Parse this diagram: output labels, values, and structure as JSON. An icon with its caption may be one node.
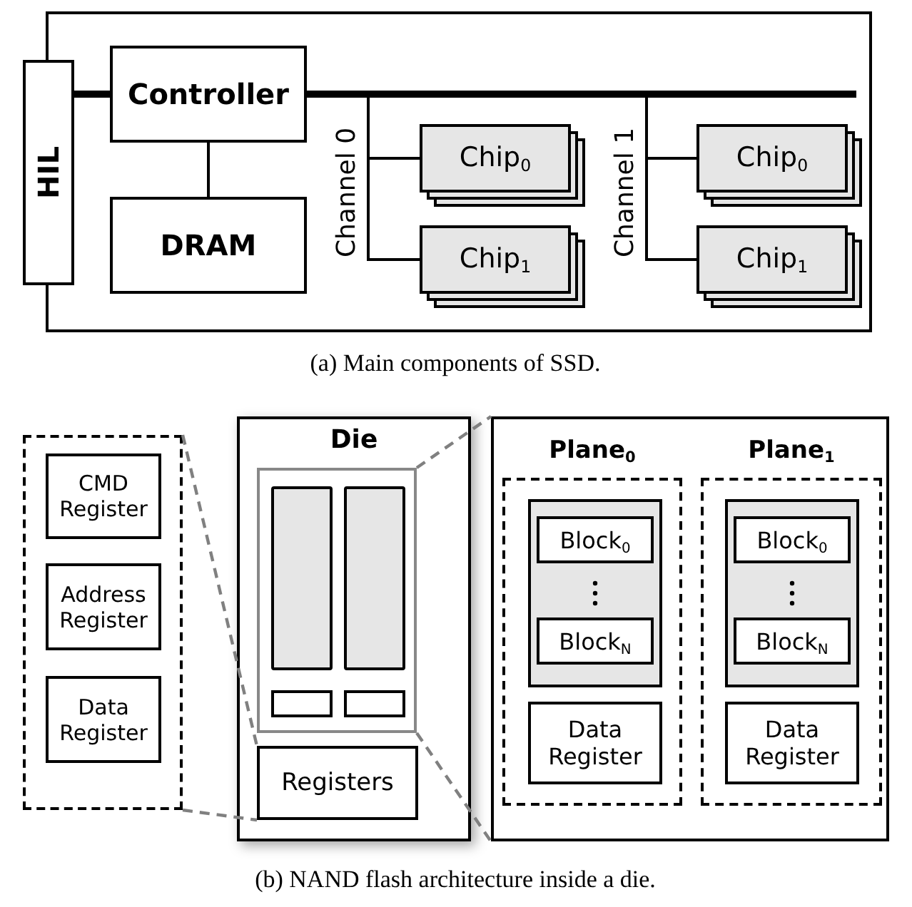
{
  "diagram": {
    "nodes": [
      {
        "text": [],
        "shape": "box"
      },
      {
        "text": [
          "HIL"
        ]
      },
      {
        "text": [
          "Controller"
        ],
        "in": 0
      },
      {
        "text": [
          "DRAM"
        ],
        "in": 0
      },
      {
        "text": [
          "Chip$_{0}$"
        ],
        "in": 0
      },
      {
        "text": [
          "Chip$_{1}$"
        ],
        "in": 0
      },
      {
        "text": [
          "Chip$_{0}$"
        ],
        "in": 0
      },
      {
        "text": [
          "Chip$_{1}$"
        ],
        "in": 0
      },
      {
        "text": [],
        "shape": "box"
      },
      {
        "text": [
          "CMD Register"
        ],
        "in": 8
      },
      {
        "text": [
          "Address Register"
        ],
        "in": 8
      },
      {
        "text": [
          "Data Register"
        ],
        "in": 8
      },
      {
        "text": [
          "Die"
        ]
      },
      {
        "text": [],
        "shape": "box",
        "in": 12
      },
      {
        "text": [],
        "shape": "bar",
        "in": 13
      },
      {
        "text": [],
        "shape": "bar",
        "in": 13
      },
      {
        "text": [],
        "shape": "box",
        "in": 13
      },
      {
        "text": [],
        "shape": "box",
        "in": 13
      },
      {
        "text": [
          "Registers"
        ],
        "in": 12
      },
      {
        "text": [],
        "shape": "box"
      },
      {
        "text": [
          "Plane$_{0}$"
        ],
        "in": 19
      },
      {
        "text": [],
        "shape": "box",
        "in": 20
      },
      {
        "text": [
          "Block$_{0}$"
        ],
        "in": 21
      },
      {
        "text": [
          "Block$_{N}$"
        ],
        "in": 21
      },
      {
        "text": [
          "Data Register"
        ],
        "in": 20
      },
      {
        "text": [
          "Plane$_{1}$"
        ],
        "in": 19
      },
      {
        "text": [],
        "shape": "box",
        "in": 25
      },
      {
        "text": [
          "Block$_{0}$"
        ],
        "in": 26
      },
      {
        "text": [
          "Block$_{N}$"
        ],
        "in": 26
      },
      {
        "text": [
          "Data Register"
        ],
        "in": 25
      }
    ],
    "edges": [
      {
        "from": 1,
        "to": 2,
        "arrow": "none",
        "style": "thick"
      },
      {
        "from": 2,
        "to": 3,
        "arrow": "none"
      },
      {
        "from": 2,
        "to": 4,
        "arrow": "none"
      },
      {
        "from": 2,
        "to": 5,
        "arrow": "none"
      },
      {
        "from": 2,
        "to": 6,
        "arrow": "none"
      },
      {
        "from": 2,
        "to": 7,
        "arrow": "none"
      },
      {
        "from": 8,
        "to": 18,
        "arrow": "none",
        "style": "dashed",
        "color": "#808080"
      },
      {
        "from": 8,
        "to": 18,
        "arrow": "none",
        "style": "dashed",
        "color": "#808080"
      },
      {
        "from": 13,
        "to": 19,
        "arrow": "none",
        "style": "dashed",
        "color": "#808080"
      },
      {
        "from": 13,
        "to": 19,
        "arrow": "none",
        "style": "dashed",
        "color": "#808080"
      }
    ],
    "labels": [
      "Channel 0",
      "Channel 1",
      "(a) Main components of SSD.",
      "(b) NAND flash architecture inside a die."
    ]
  }
}
